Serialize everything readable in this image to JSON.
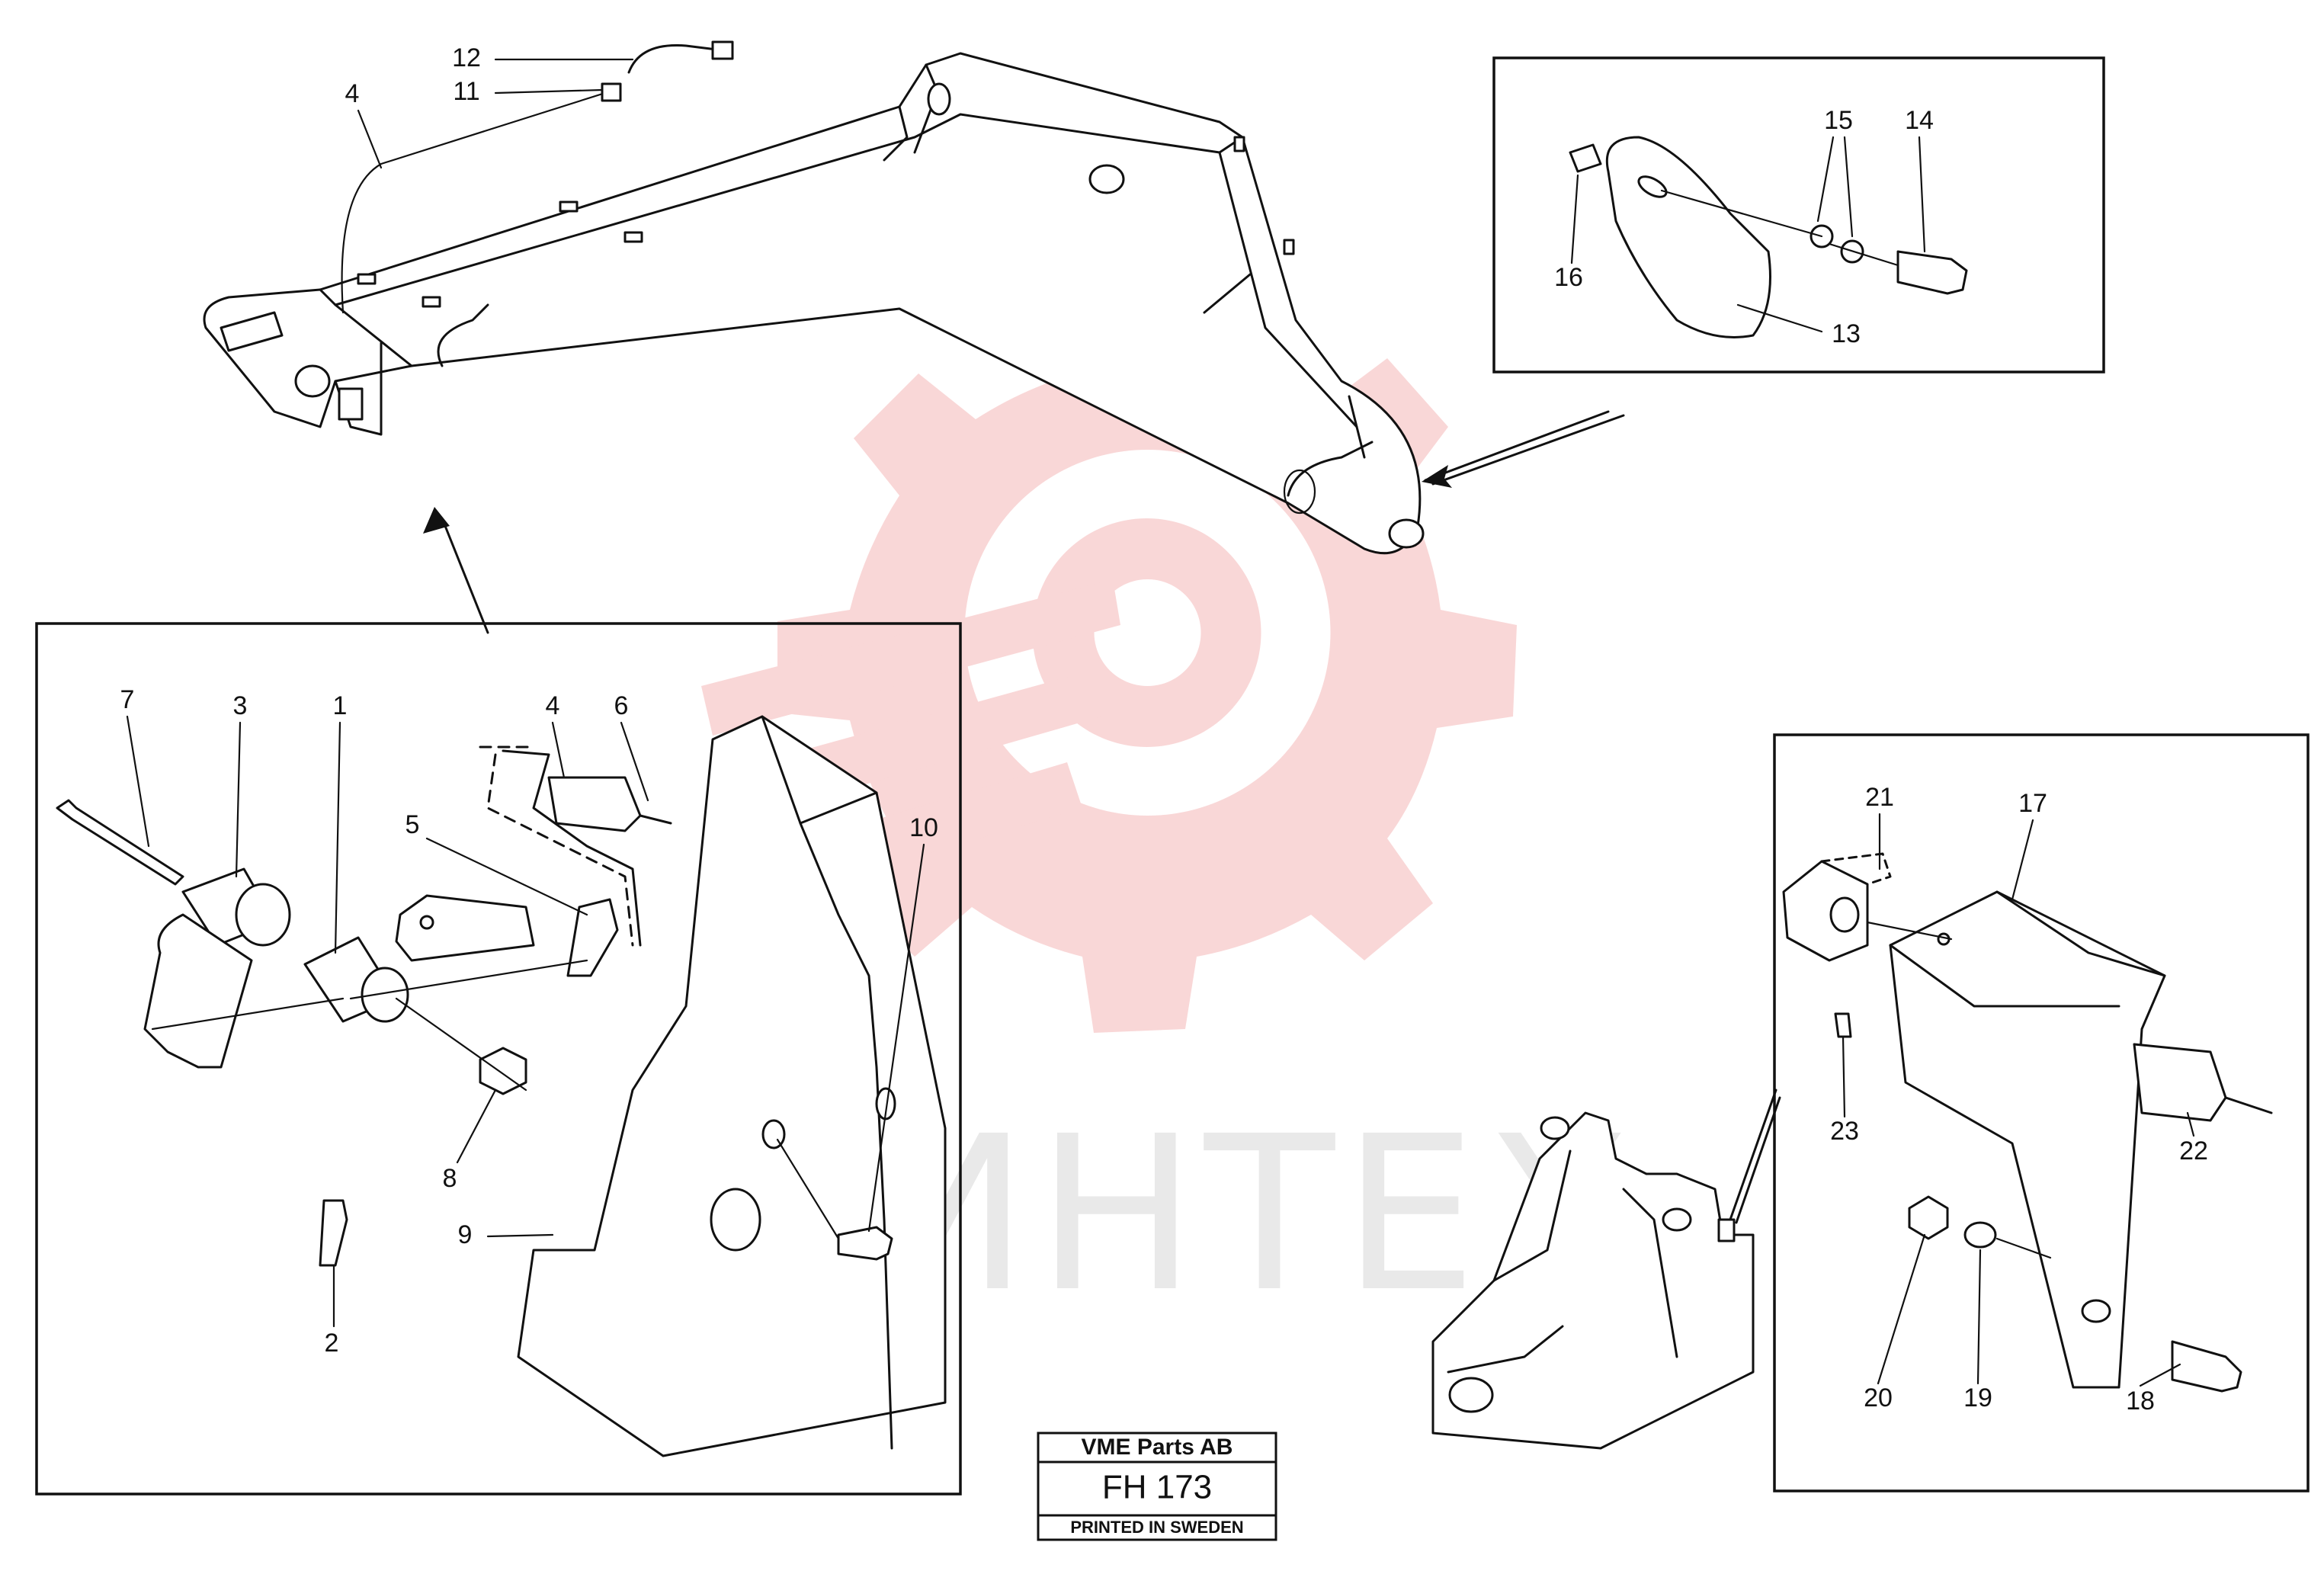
{
  "watermark": {
    "text": "ИНТЕХ",
    "logo_color": "#f4b0b0",
    "text_color": "#d8d8d8"
  },
  "title_block": {
    "company": "VME Parts AB",
    "code": "FH 173",
    "printed": "PRINTED IN SWEDEN"
  },
  "callouts": {
    "boom": [
      "12",
      "11",
      "4"
    ],
    "detail_top_right": [
      "15",
      "14",
      "16",
      "13"
    ],
    "detail_left": [
      "7",
      "3",
      "1",
      "4",
      "6",
      "5",
      "10",
      "8",
      "9",
      "2"
    ],
    "detail_bottom_right": [
      "21",
      "17",
      "23",
      "22",
      "20",
      "19",
      "18"
    ]
  },
  "colors": {
    "line": "#111111",
    "background": "#ffffff"
  }
}
